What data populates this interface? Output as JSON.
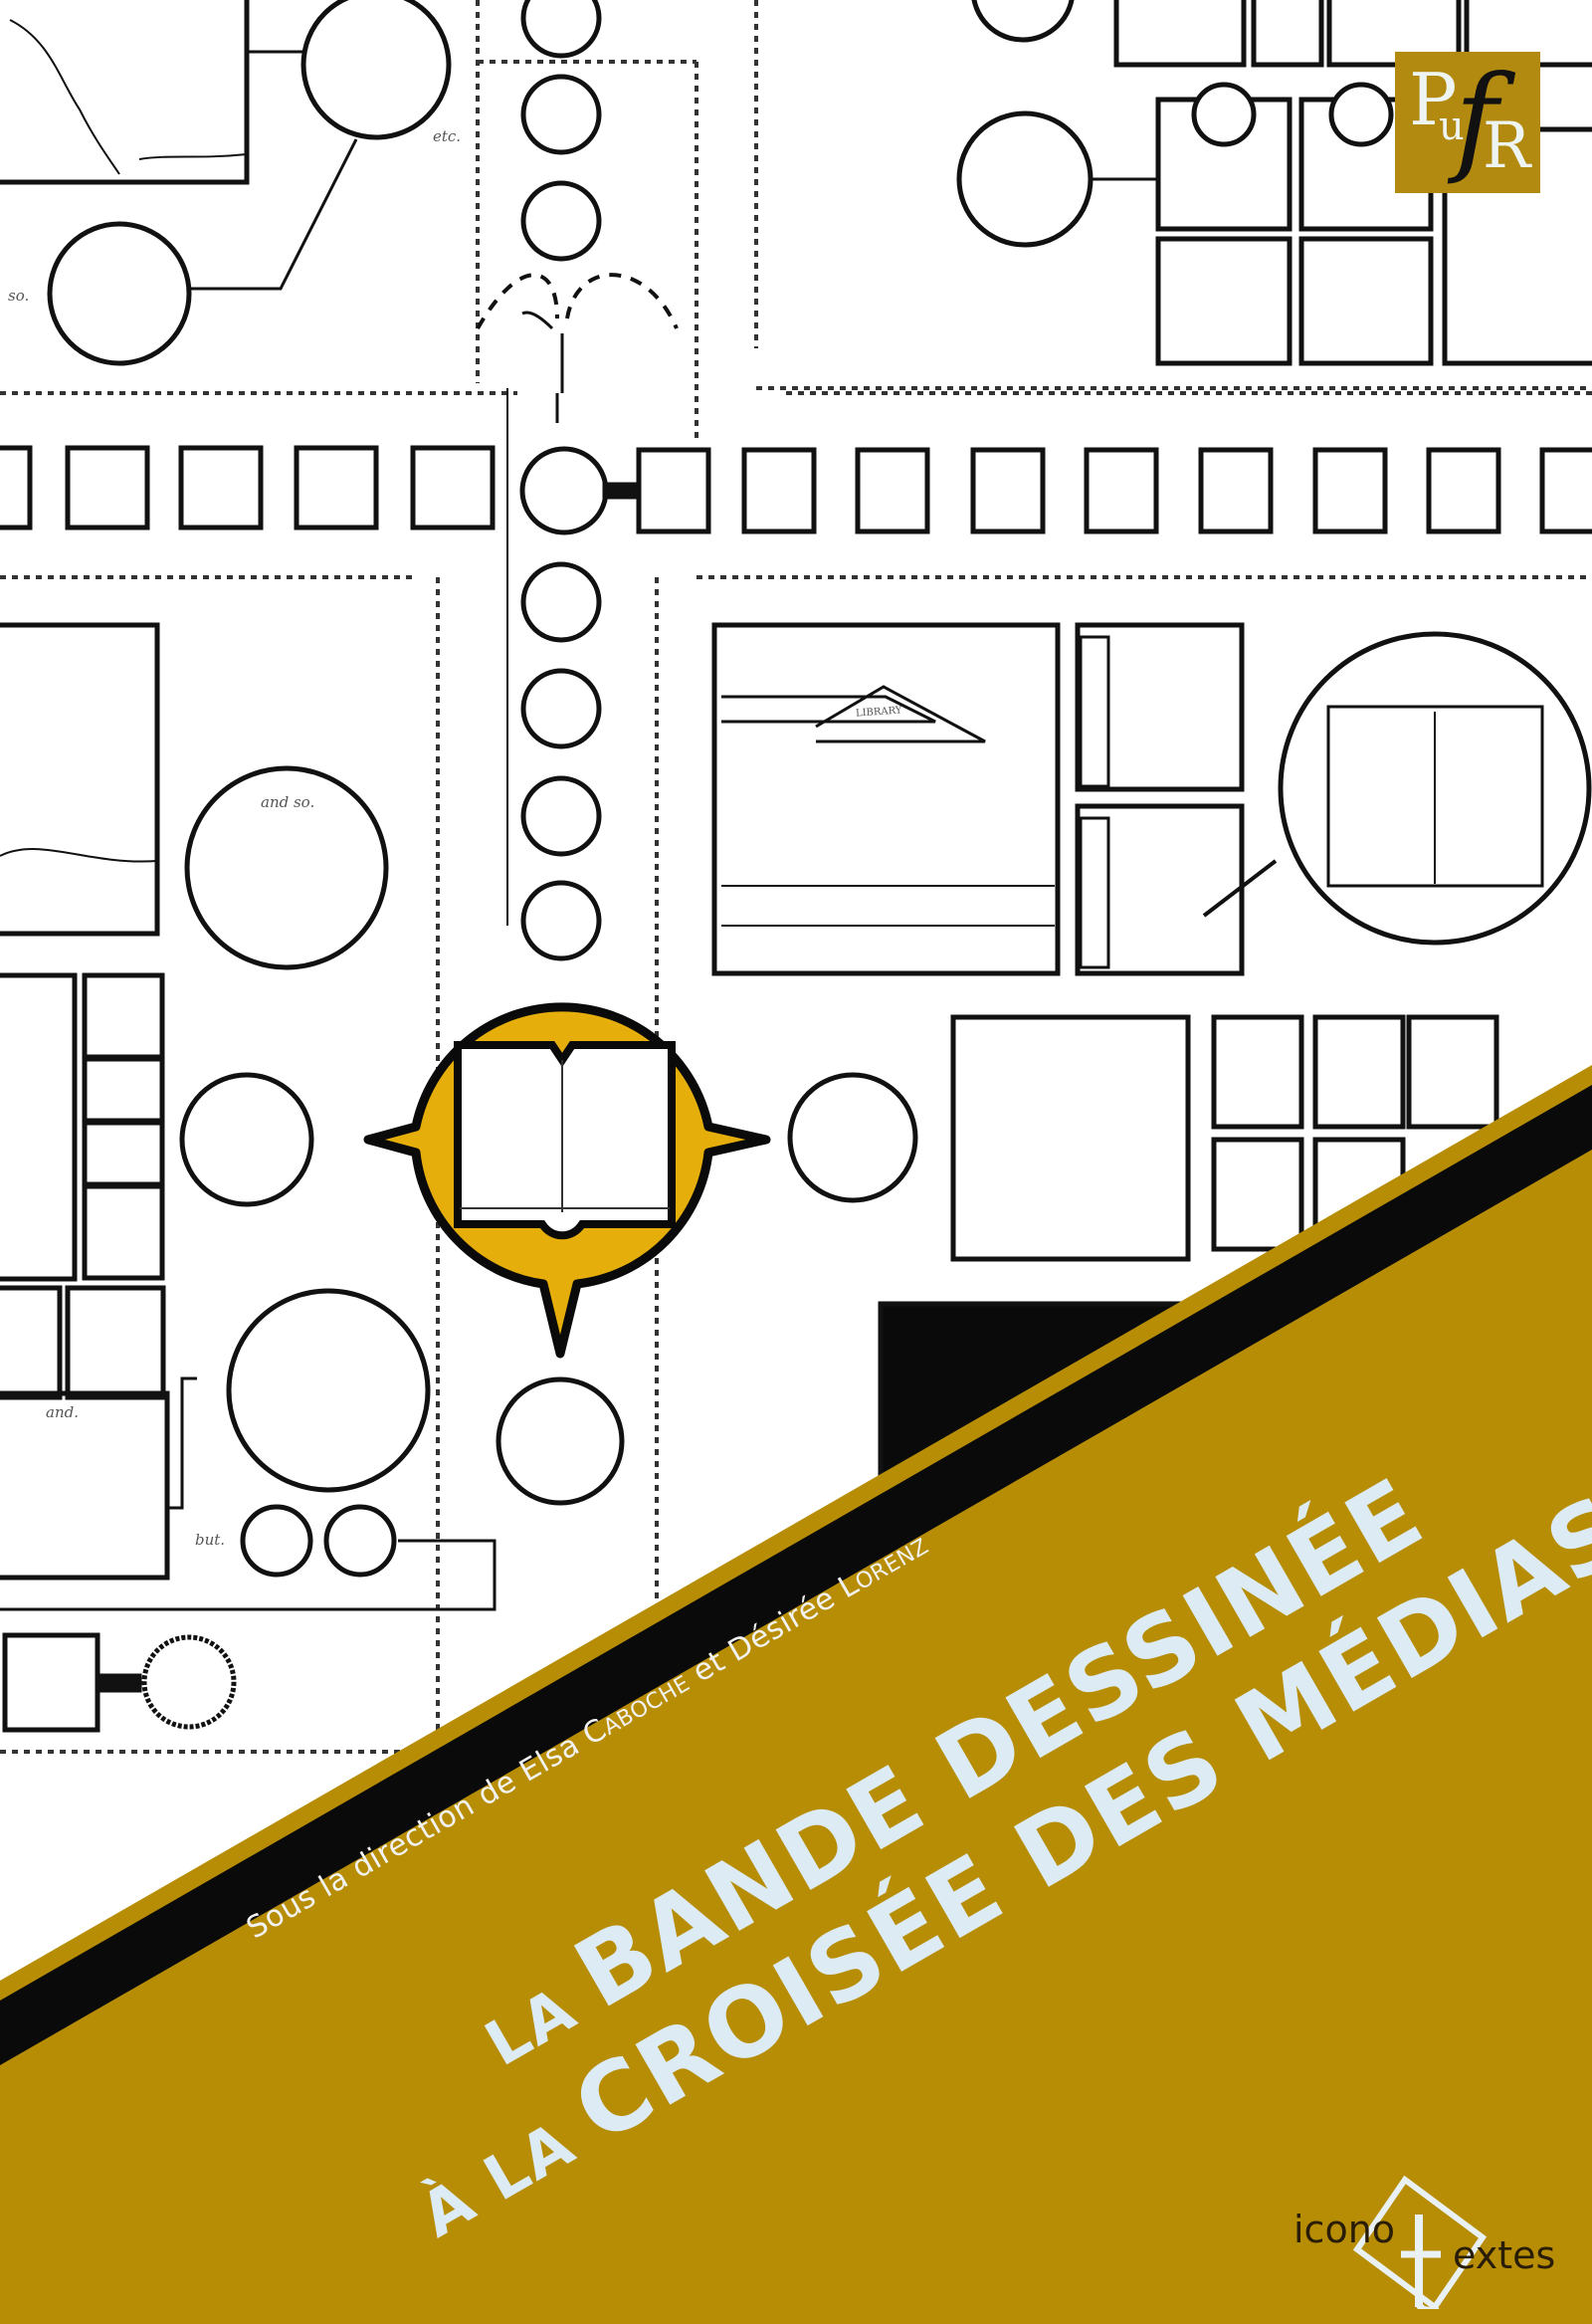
{
  "cover": {
    "publisher_logo": {
      "letters": [
        "P",
        "u",
        "f",
        "R"
      ],
      "name": "PUFR"
    },
    "credit": {
      "prefix": "Sous la direction de ",
      "editor1_first": "Elsa ",
      "editor1_last_initial": "C",
      "editor1_last_rest": "ABOCHE",
      "joiner": " et ",
      "editor2_first": "Désirée ",
      "editor2_last_initial": "L",
      "editor2_last_rest": "ORENZ"
    },
    "title": {
      "line1_small": "LA ",
      "line1_big": "BANDE DESSINÉE",
      "line2_small": "À LA ",
      "line2_big": "CROISÉE DES MÉDIAS"
    },
    "series_logo": {
      "left": "icono",
      "t": "t",
      "right": "extes"
    },
    "comic_labels": {
      "etc": "etc.",
      "so": "so.",
      "and_so": "and so.",
      "and": "and.",
      "but": "but.",
      "library": "LIBRARY"
    },
    "colors": {
      "band_gold": "#B78D06",
      "center_yellow": "#E6AE0A",
      "strip_black": "#0a0a0a",
      "title_text": "#DCEBF4",
      "logo_gold": "#B38A10"
    }
  }
}
